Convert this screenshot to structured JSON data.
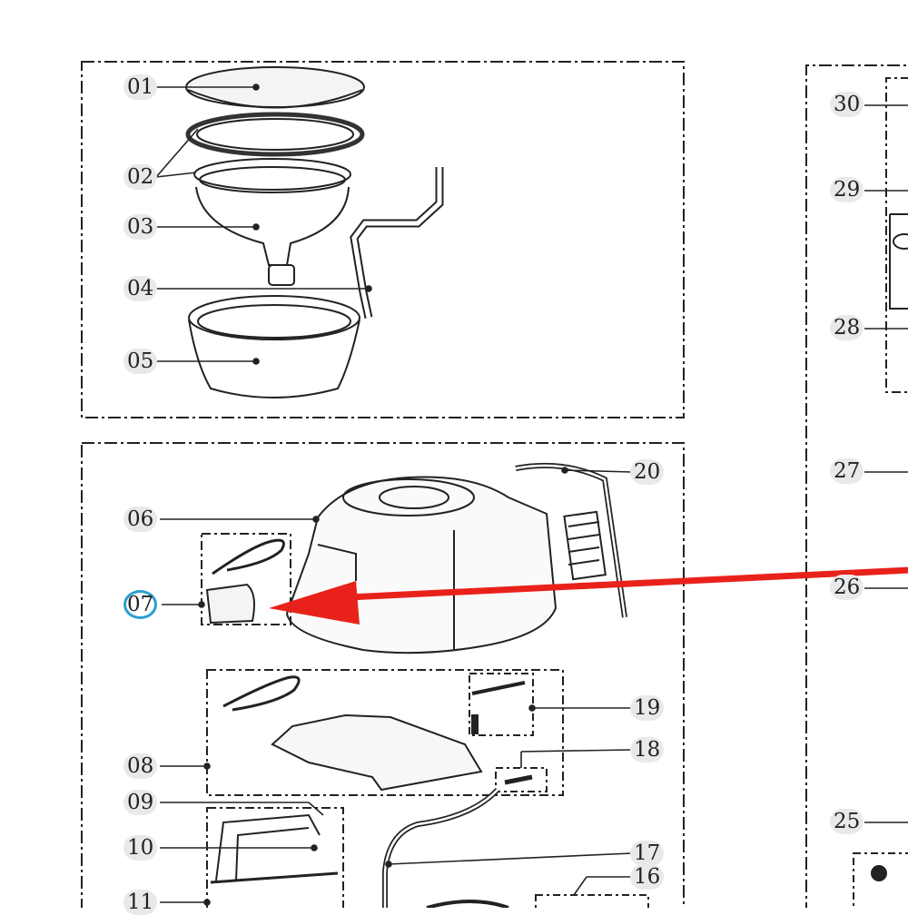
{
  "diagram": {
    "highlight_color": "#2b9fd0",
    "arrow_color": "#e8221b",
    "line_color": "#222222",
    "callouts": [
      "01",
      "02",
      "03",
      "04",
      "05",
      "06",
      "07",
      "08",
      "09",
      "10",
      "11",
      "16",
      "17",
      "18",
      "19",
      "20",
      "25",
      "26",
      "27",
      "28",
      "29",
      "30"
    ],
    "highlighted_callout": "07"
  }
}
